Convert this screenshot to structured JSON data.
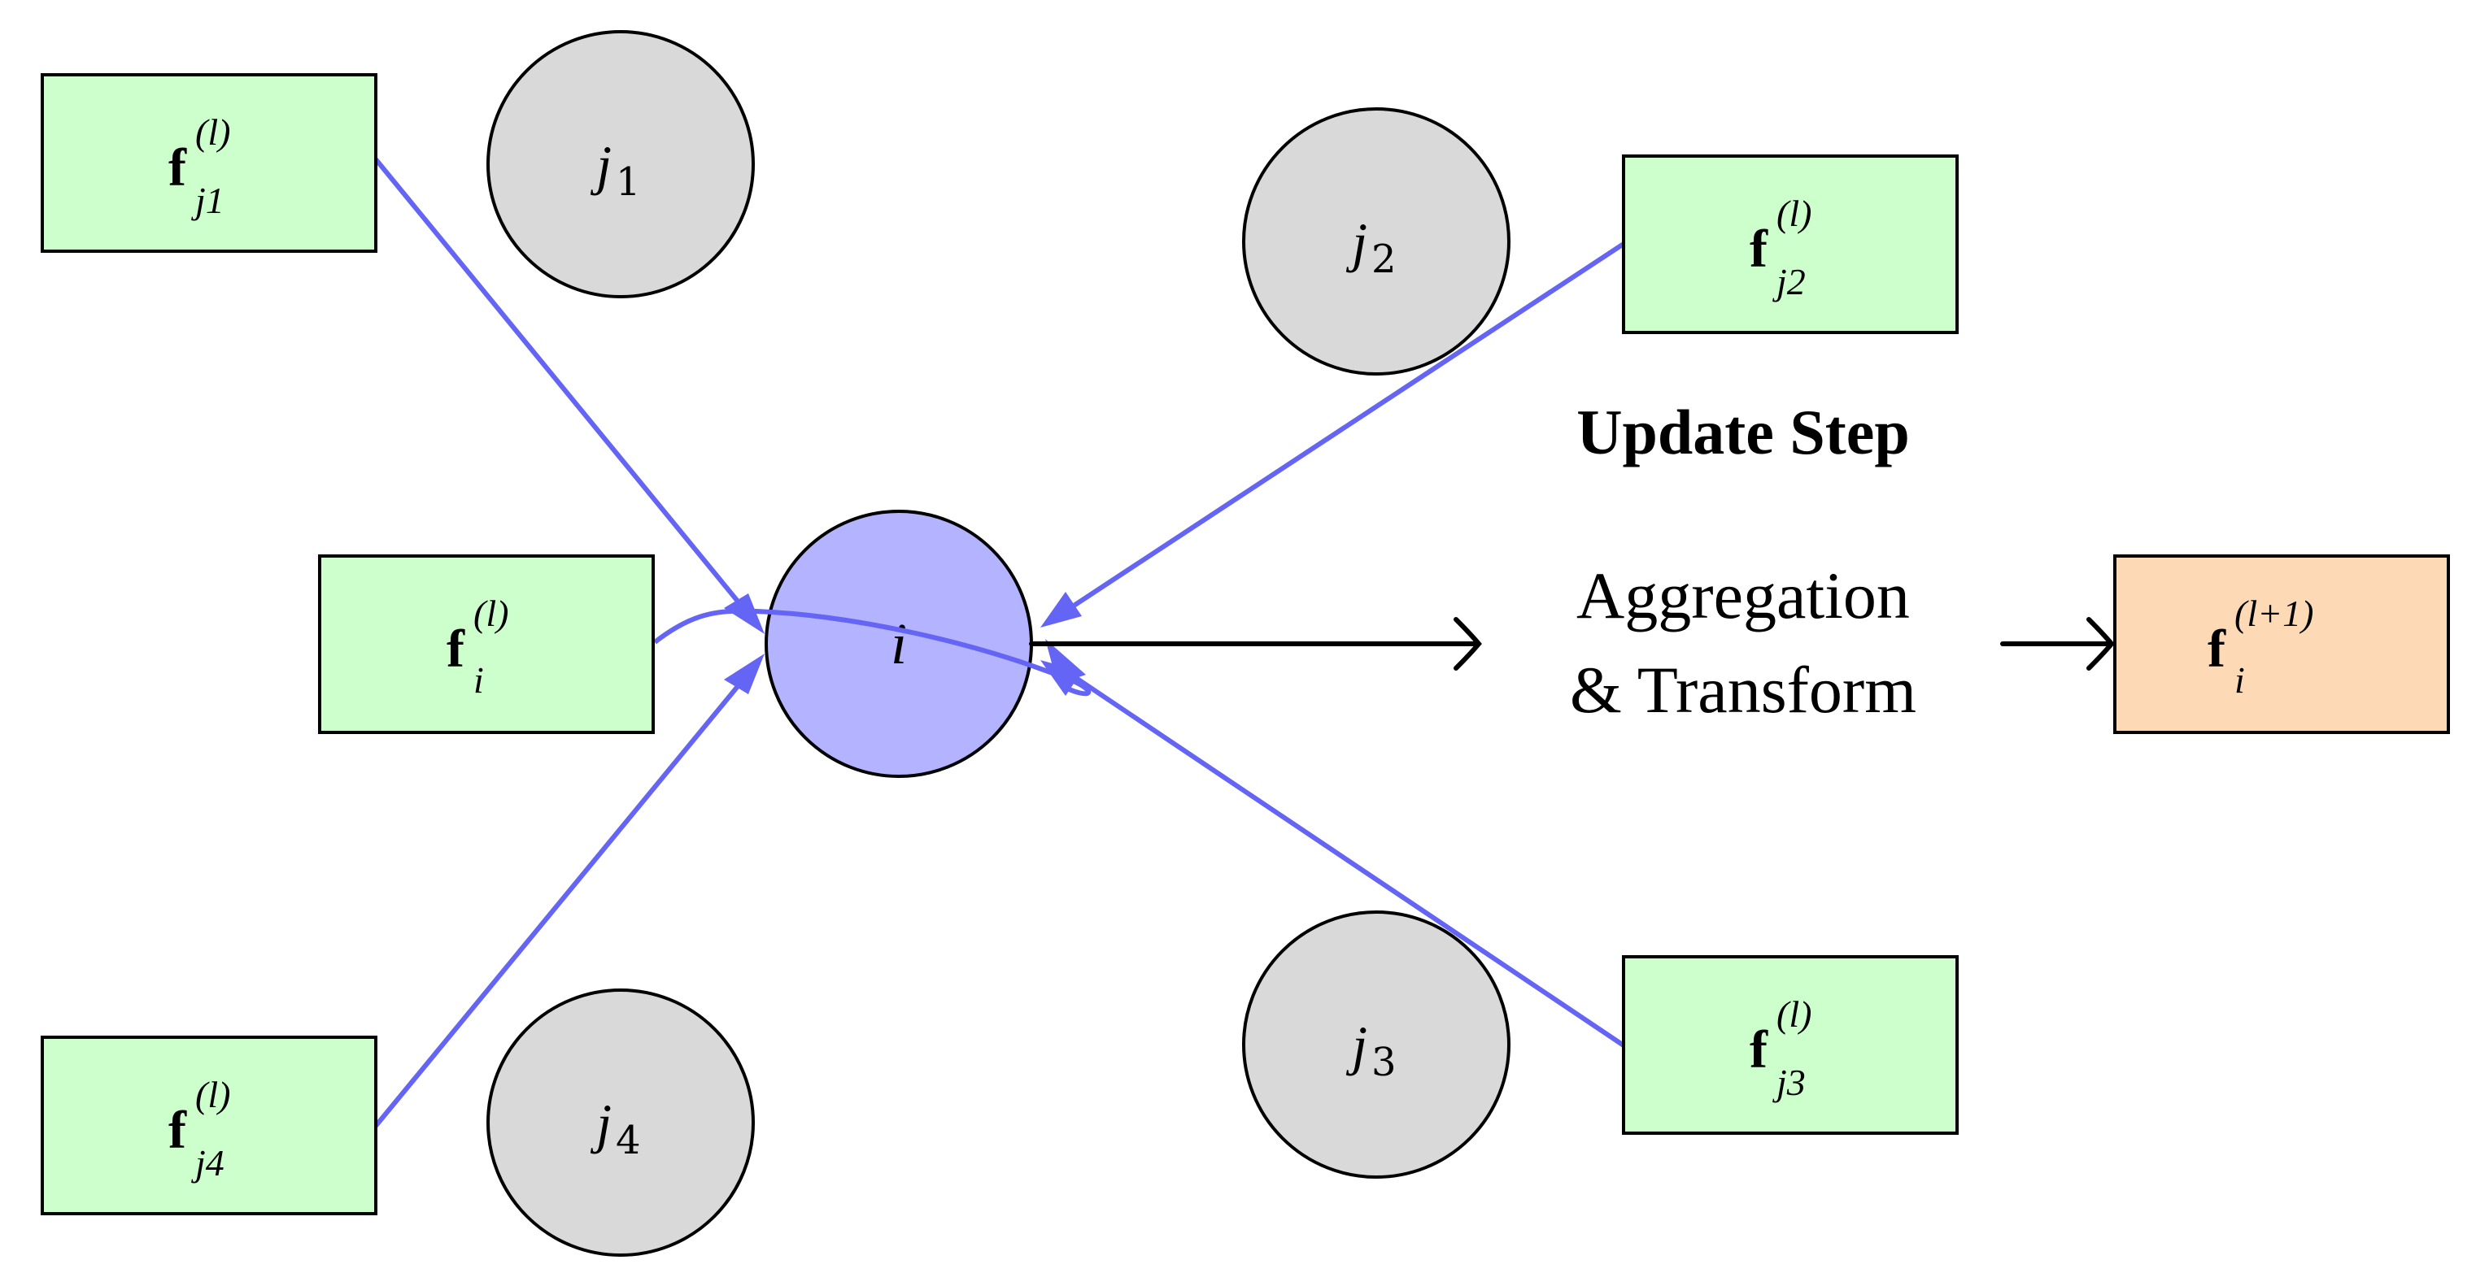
{
  "diagram": {
    "colors": {
      "feature_box_fill": "#ccffcc",
      "output_box_fill": "#fdd9b5",
      "neighbor_node_fill": "#d9d9d9",
      "center_node_fill": "#b3b3ff",
      "message_edge": "#6464f5",
      "stroke": "#000000"
    },
    "nodes": {
      "j1": {
        "base": "j",
        "sub": "1"
      },
      "j2": {
        "base": "j",
        "sub": "2"
      },
      "j3": {
        "base": "j",
        "sub": "3"
      },
      "j4": {
        "base": "j",
        "sub": "4"
      },
      "center": {
        "label": "i"
      }
    },
    "features": {
      "j1": {
        "base": "f",
        "sup": "(l)",
        "sub": "j1"
      },
      "j2": {
        "base": "f",
        "sup": "(l)",
        "sub": "j2"
      },
      "j3": {
        "base": "f",
        "sup": "(l)",
        "sub": "j3"
      },
      "j4": {
        "base": "f",
        "sup": "(l)",
        "sub": "j4"
      },
      "self": {
        "base": "f",
        "sup": "(l)",
        "sub": "i"
      }
    },
    "output": {
      "base": "f",
      "sup": "(l+1)",
      "sub": "i"
    },
    "update": {
      "title": "Update Step",
      "line1": "Aggregation",
      "line2": "& Transform"
    }
  }
}
